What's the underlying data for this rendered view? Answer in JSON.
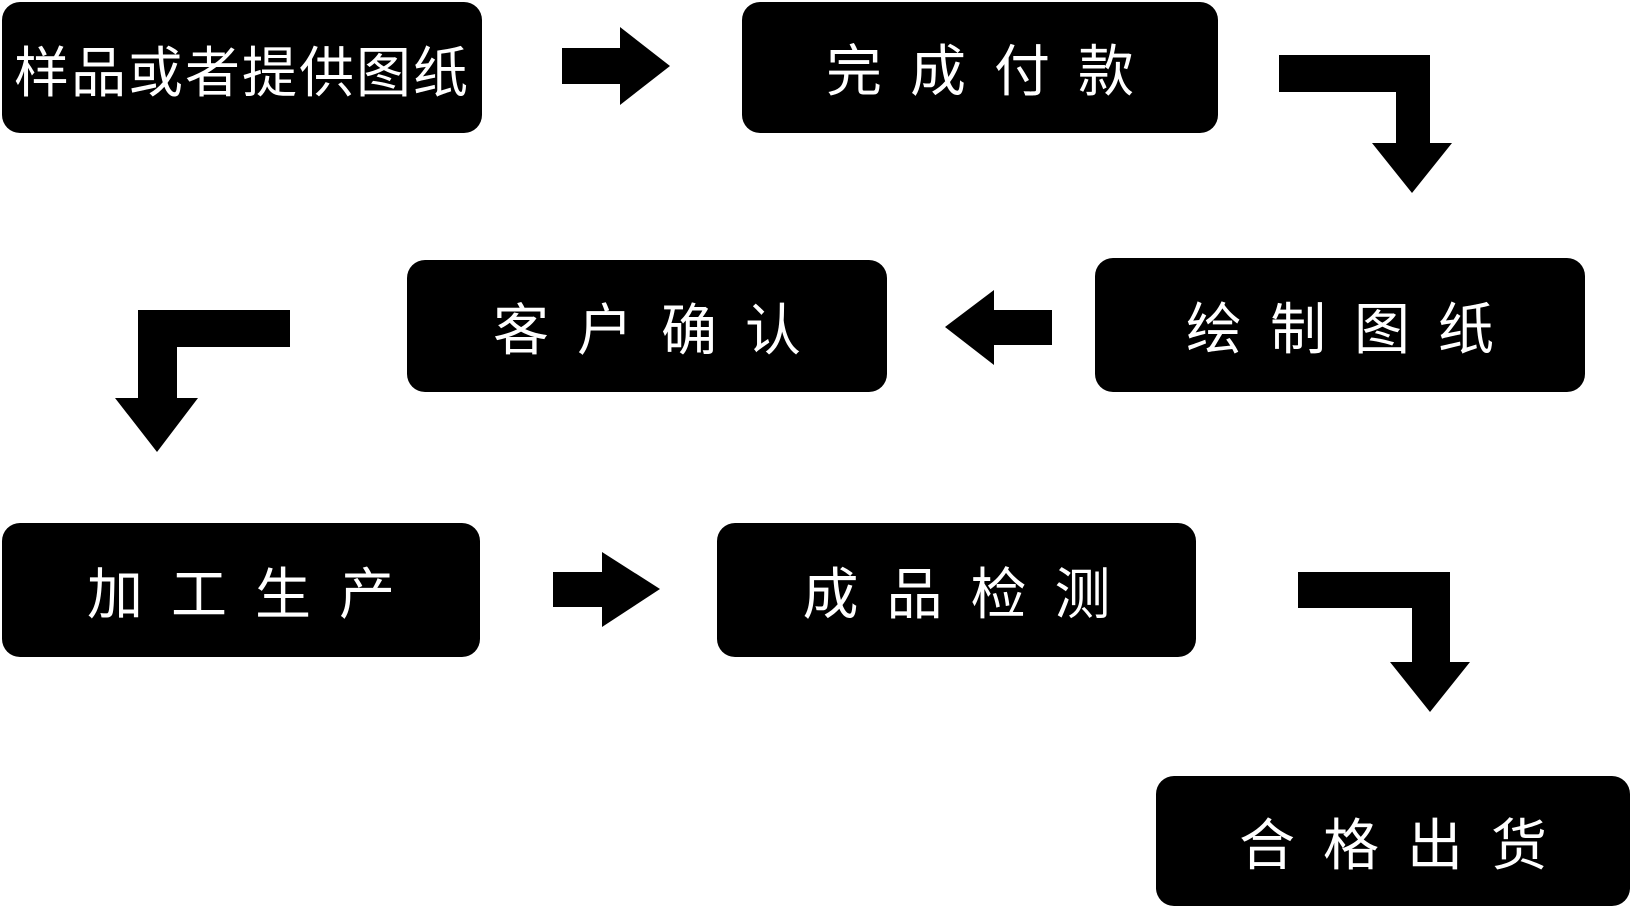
{
  "diagram": {
    "type": "flowchart",
    "background_color": "#ffffff",
    "node_fill_color": "#000000",
    "node_text_color": "#ffffff",
    "arrow_color": "#000000",
    "nodes": [
      {
        "id": "sample-or-drawings",
        "label": "样品或者提供图纸"
      },
      {
        "id": "complete-payment",
        "label": "完成付款"
      },
      {
        "id": "draw-drawings",
        "label": "绘制图纸"
      },
      {
        "id": "customer-confirm",
        "label": "客户确认"
      },
      {
        "id": "processing-production",
        "label": "加工生产"
      },
      {
        "id": "finished-product-inspection",
        "label": "成品检测"
      },
      {
        "id": "qualified-shipment",
        "label": "合格出货"
      }
    ],
    "flow_order": [
      "样品或者提供图纸",
      "完成付款",
      "绘制图纸",
      "客户确认",
      "加工生产",
      "成品检测",
      "合格出货"
    ]
  }
}
